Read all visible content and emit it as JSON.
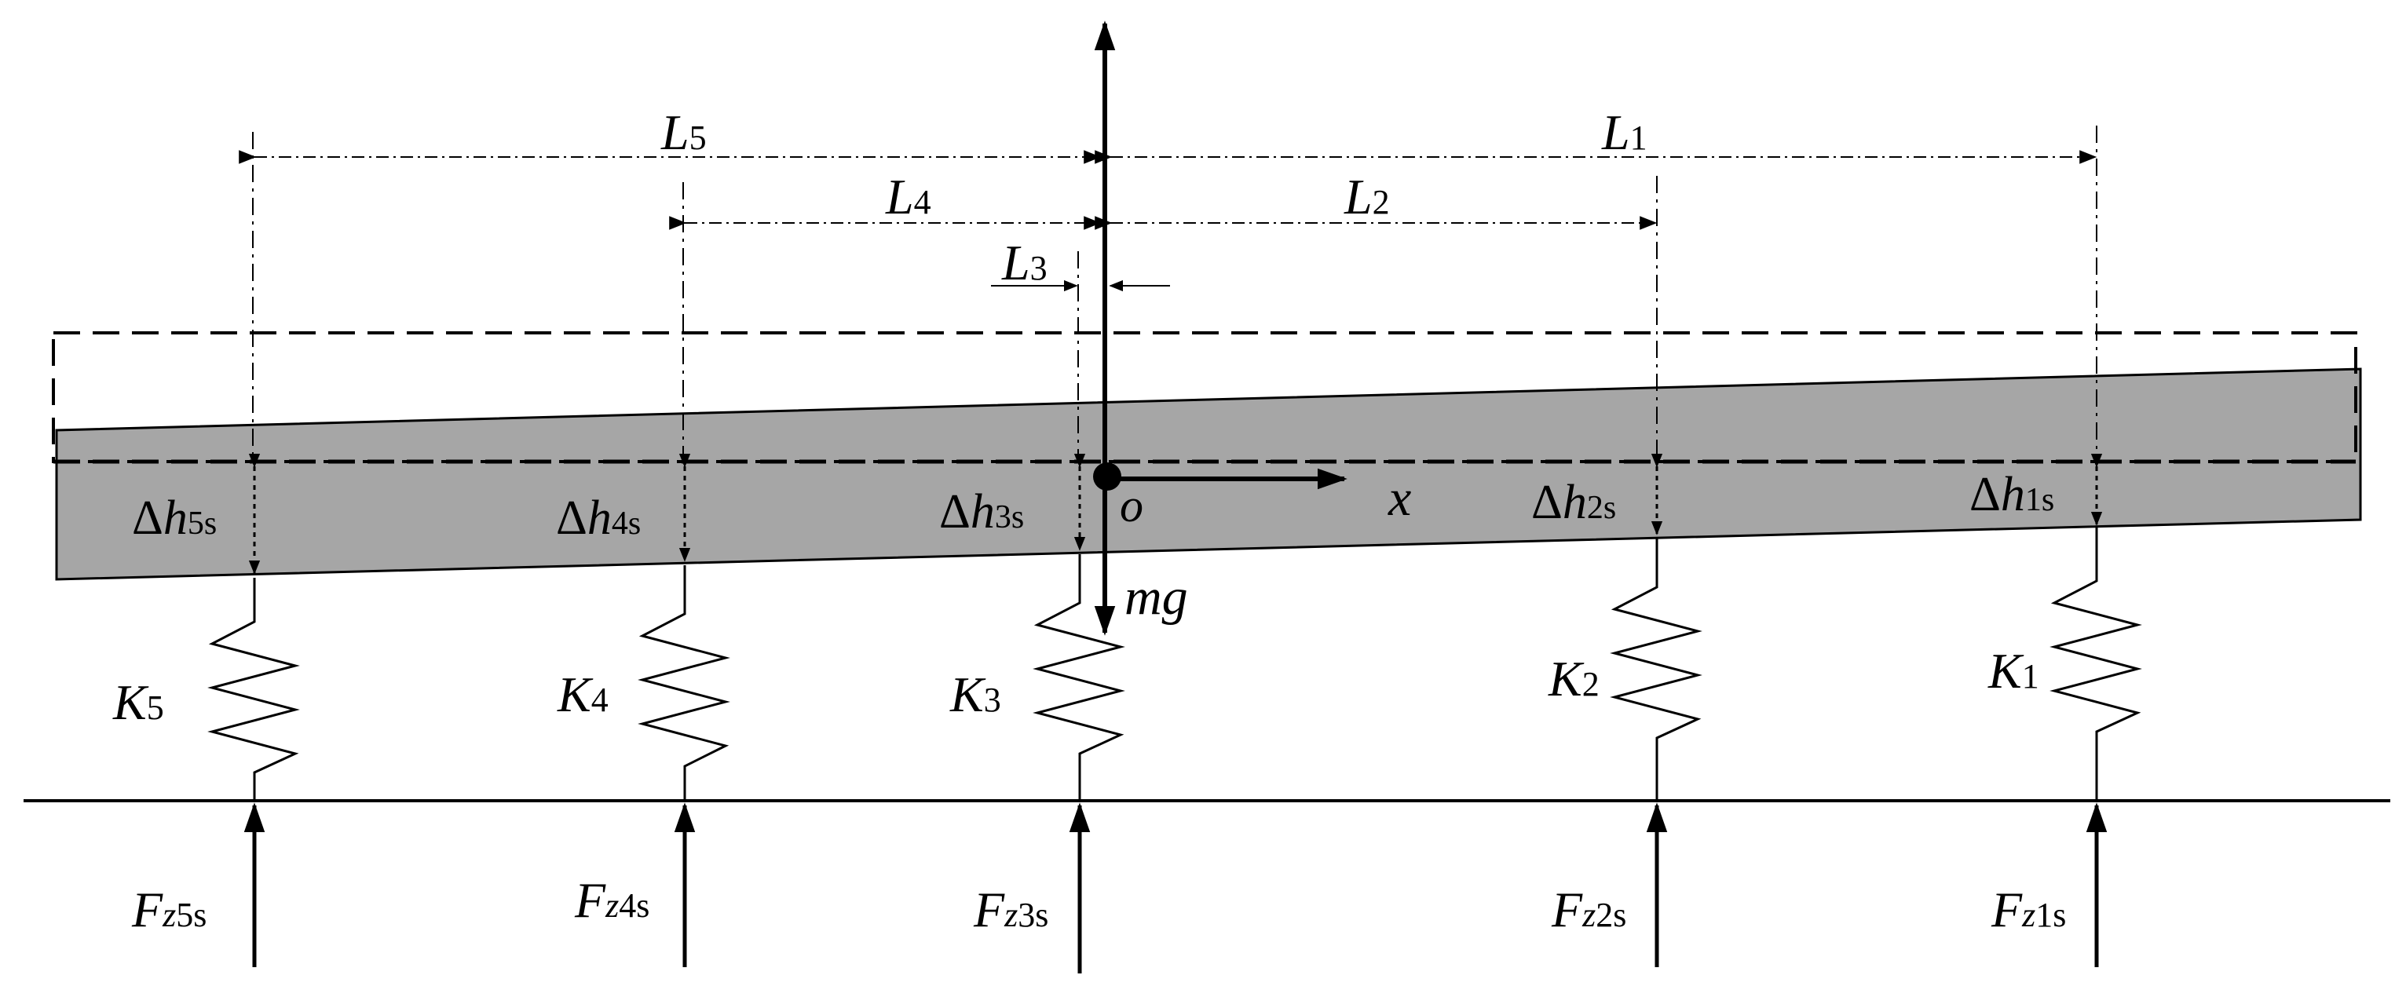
{
  "dimensions": {
    "L1": "L",
    "L1_sub": "1",
    "L2": "L",
    "L2_sub": "2",
    "L3": "L",
    "L3_sub": "3",
    "L4": "L",
    "L4_sub": "4",
    "L5": "L",
    "L5_sub": "5"
  },
  "axes": {
    "origin": "o",
    "x": "x",
    "weight": "mg"
  },
  "deflections": [
    {
      "delta": "Δ",
      "h": "h",
      "sub": "1s"
    },
    {
      "delta": "Δ",
      "h": "h",
      "sub": "2s"
    },
    {
      "delta": "Δ",
      "h": "h",
      "sub": "3s"
    },
    {
      "delta": "Δ",
      "h": "h",
      "sub": "4s"
    },
    {
      "delta": "Δ",
      "h": "h",
      "sub": "5s"
    }
  ],
  "springs": [
    {
      "K": "K",
      "sub": "1"
    },
    {
      "K": "K",
      "sub": "2"
    },
    {
      "K": "K",
      "sub": "3"
    },
    {
      "K": "K",
      "sub": "4"
    },
    {
      "K": "K",
      "sub": "5"
    }
  ],
  "forces": [
    {
      "F": "F",
      "z": "z",
      "sub": "1s"
    },
    {
      "F": "F",
      "z": "z",
      "sub": "2s"
    },
    {
      "F": "F",
      "z": "z",
      "sub": "3s"
    },
    {
      "F": "F",
      "z": "z",
      "sub": "4s"
    },
    {
      "F": "F",
      "z": "z",
      "sub": "5s"
    }
  ],
  "colors": {
    "body_fill": "#a6a6a6",
    "line": "#000000"
  }
}
